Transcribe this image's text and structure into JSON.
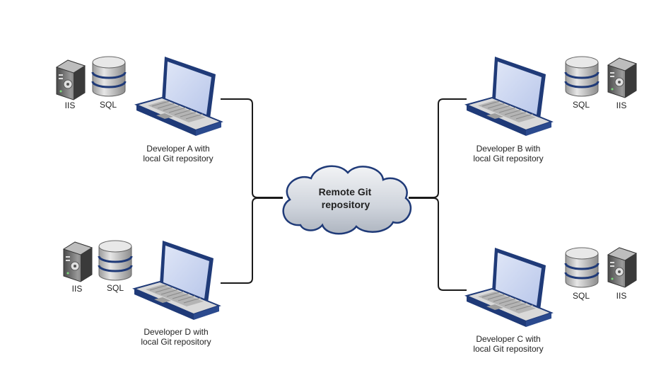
{
  "cloud": {
    "line1": "Remote Git",
    "line2": "repository"
  },
  "developers": [
    {
      "id": "a",
      "line1": "Developer A with",
      "line2": "local Git repository",
      "server_label": "IIS",
      "db_label": "SQL"
    },
    {
      "id": "b",
      "line1": "Developer B with",
      "line2": "local Git repository",
      "server_label": "IIS",
      "db_label": "SQL"
    },
    {
      "id": "c",
      "line1": "Developer C with",
      "line2": "local Git repository",
      "server_label": "IIS",
      "db_label": "SQL"
    },
    {
      "id": "d",
      "line1": "Developer D with",
      "line2": "local Git repository",
      "server_label": "IIS",
      "db_label": "SQL"
    }
  ],
  "colors": {
    "line": "#1a1a1a",
    "laptop_body": "#1f3a78",
    "laptop_screen": "#c8d4f0",
    "laptop_deck": "#d8d8d8",
    "cloud_fill": "#d9dde3",
    "cloud_stroke": "#1f3a78",
    "db_fill": "#c9c9c9",
    "db_band": "#1f3a78",
    "server_fill": "#7a7a7a"
  }
}
